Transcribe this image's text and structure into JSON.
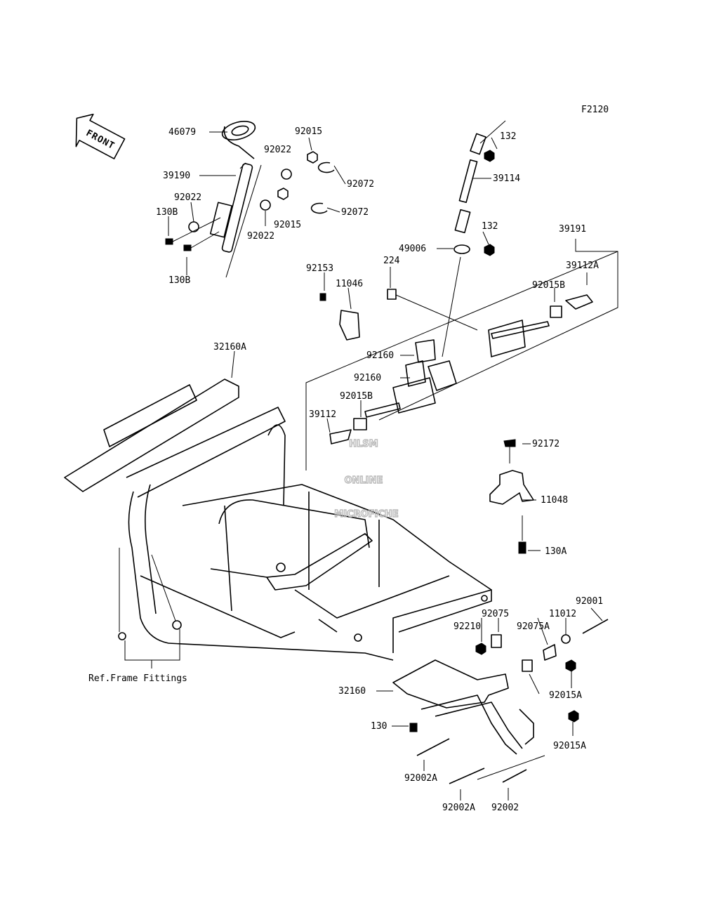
{
  "figure_code": "F2120",
  "direction_arrow": {
    "label": "FRONT",
    "icon": "front-arrow-icon"
  },
  "watermark": [
    "HLSM",
    "ONLINE",
    "MICROFICHE"
  ],
  "reference_label": "Ref.Frame Fittings",
  "callouts": [
    "46079",
    "92015",
    "92022",
    "39190",
    "92072",
    "92022",
    "130B",
    "92072",
    "92015",
    "92022",
    "130B",
    "132",
    "39114",
    "132",
    "49006",
    "39191",
    "39112A",
    "92153",
    "224",
    "11046",
    "92015B",
    "32160A",
    "92160",
    "92160",
    "92015B",
    "39112",
    "92172",
    "11048",
    "130A",
    "92001",
    "92075",
    "11012",
    "92210",
    "92075A",
    "32160",
    "92015A",
    "130",
    "92015A",
    "92002A",
    "92002A",
    "92002"
  ],
  "colors": {
    "ink": "#000000",
    "background": "#ffffff",
    "watermark": "#bbbbbb"
  }
}
